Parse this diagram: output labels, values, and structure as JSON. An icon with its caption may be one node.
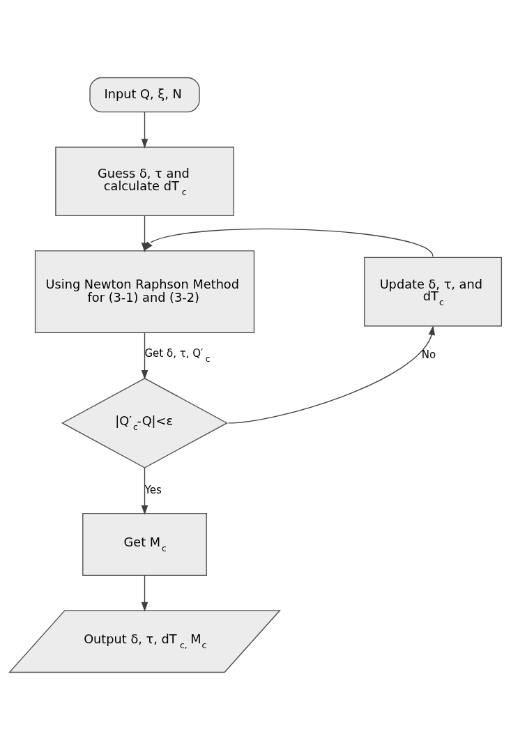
{
  "diagram": {
    "nodes": [
      {
        "text": [
          "Input Q, ξ, N"
        ]
      },
      {
        "text": [
          "Guess δ, τ and calculate dT$_{c}$"
        ]
      },
      {
        "text": [
          "Using Newton Raphson Method for (3-1) and (3-2)"
        ]
      },
      {
        "text": [
          "Update δ, τ, and dT$_{c}$"
        ]
      },
      {
        "text": [
          "|Q′$_{c}$-Q|<ε"
        ]
      },
      {
        "text": [
          "Get M$_{c}$"
        ]
      },
      {
        "text": [
          "Output δ, τ, dT$_{c,}$ M$_{c}$"
        ]
      }
    ],
    "edges": [
      {
        "from": 0,
        "to": 1,
        "arrow": "to"
      },
      {
        "from": 1,
        "to": 2,
        "arrow": "to"
      },
      {
        "from": 3,
        "to": 2,
        "arrow": "to"
      },
      {
        "from": 2,
        "to": 4,
        "arrow": "to",
        "label": "Get δ, τ, Q′$_{c}$"
      },
      {
        "from": 4,
        "to": 3,
        "arrow": "to",
        "label": "No"
      },
      {
        "from": 4,
        "to": 5,
        "arrow": "to",
        "label": "Yes"
      },
      {
        "from": 5,
        "to": 6,
        "arrow": "to"
      }
    ]
  }
}
